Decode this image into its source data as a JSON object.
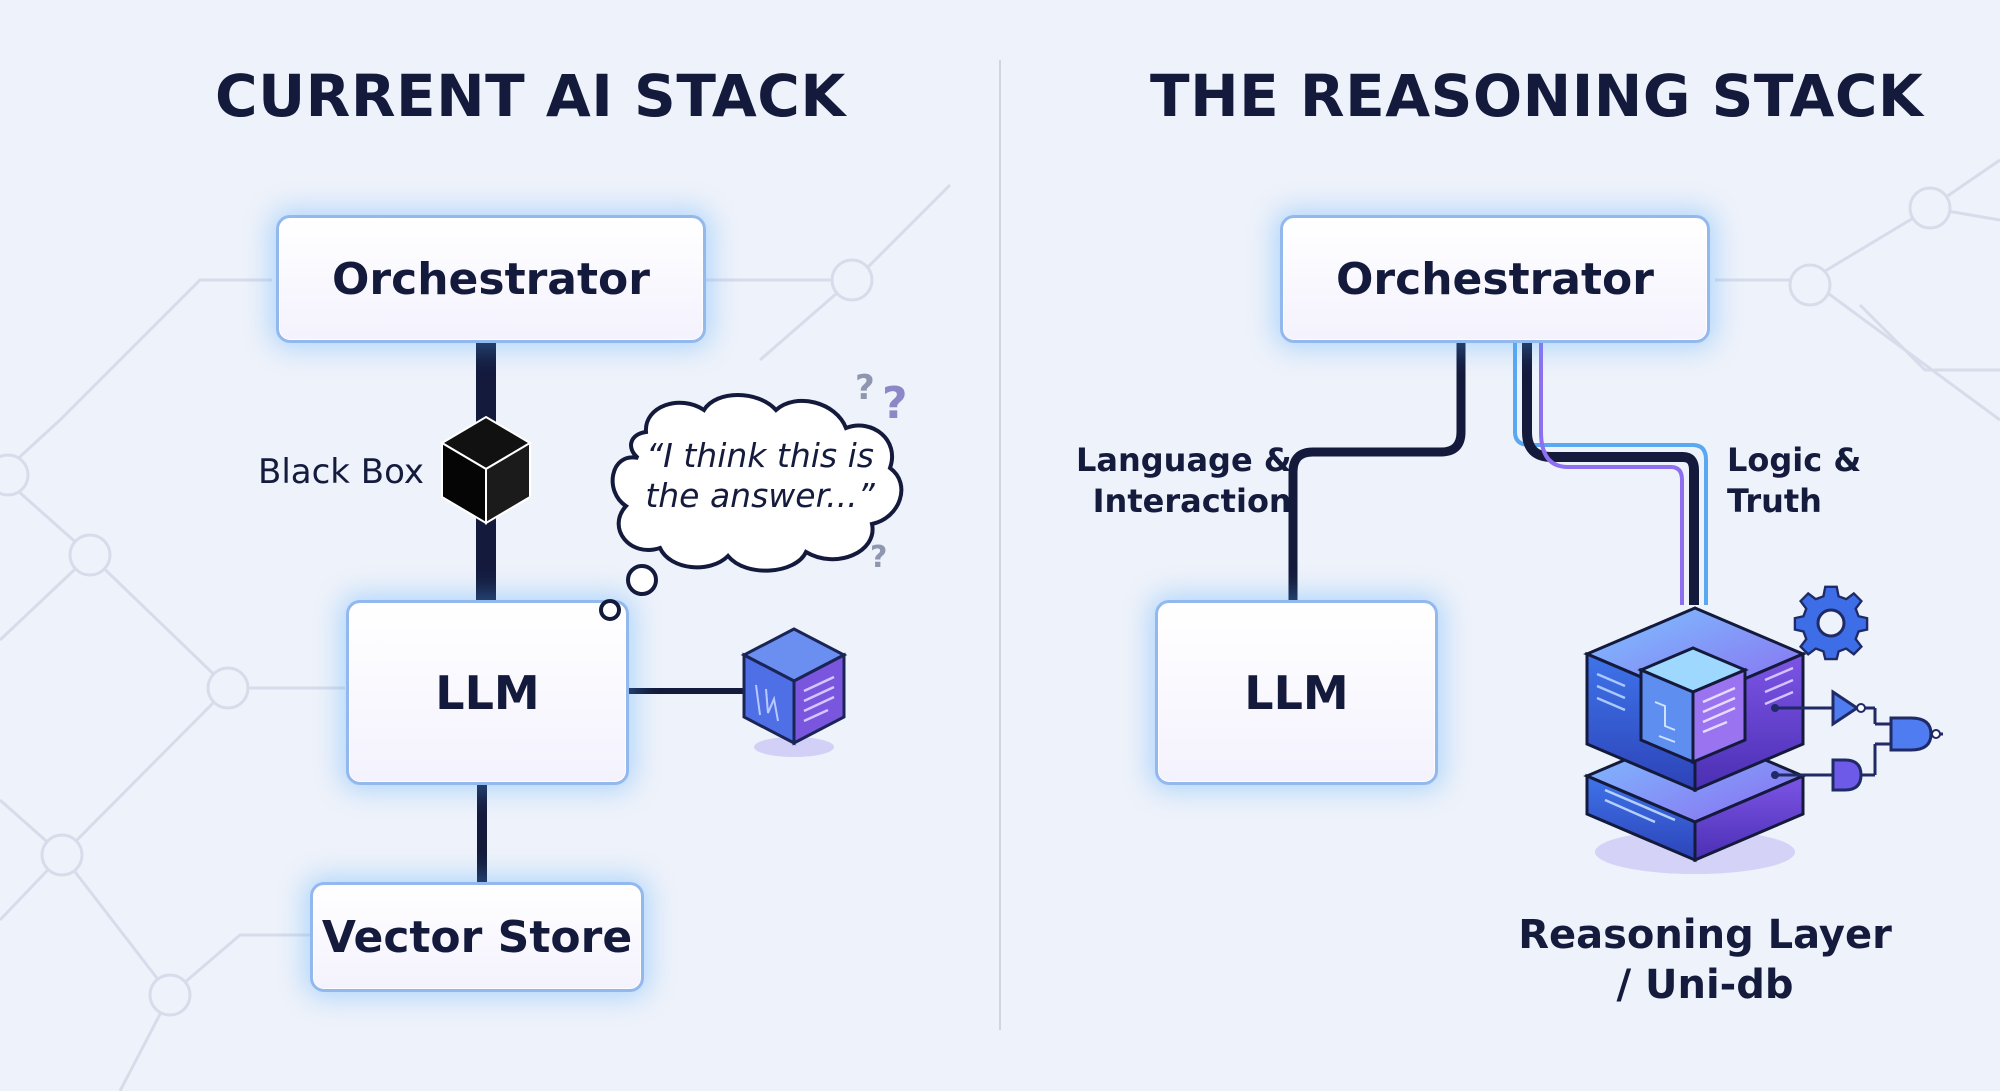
{
  "left_panel": {
    "title": "CURRENT AI STACK",
    "orchestrator": "Orchestrator",
    "black_box_label": "Black Box",
    "llm": "LLM",
    "vector_store": "Vector Store",
    "thought_line1": "“I think this is",
    "thought_line2": "the answer...”",
    "question_marks": [
      "?",
      "?",
      "?"
    ]
  },
  "right_panel": {
    "title": "THE REASONING STACK",
    "orchestrator": "Orchestrator",
    "language_line1": "Language &",
    "language_line2": "Interaction",
    "logic_line1": "Logic &",
    "logic_line2": "Truth",
    "llm": "LLM",
    "reasoning_line1": "Reasoning Layer",
    "reasoning_line2": "/ Uni-db"
  },
  "colors": {
    "background": "#eef2fa",
    "title_text": "#141a3c",
    "connector": "#141a3c",
    "node_border": "#93b8ee",
    "glow": "#50aaff",
    "cube_blue": "#3d6ee8",
    "cube_purple": "#7a4fe0",
    "network_lines": "#d3d9e8"
  },
  "icons": [
    "black-cube-icon",
    "small-data-cube-icon",
    "reasoning-cube-icon",
    "gear-icon",
    "logic-gate-icon",
    "thought-bubble-icon"
  ]
}
